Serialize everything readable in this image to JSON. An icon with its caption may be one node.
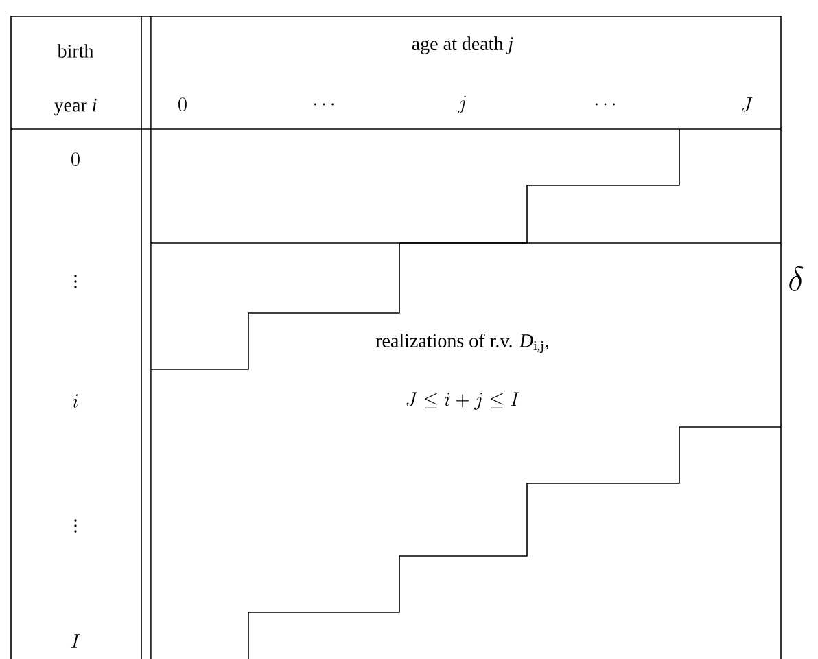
{
  "diagram": {
    "labels": [
      "birth",
      "age at death *j*",
      "year *i*",
      "0",
      "\\dots",
      "j",
      "\\dots",
      "J",
      "0",
      "\\vdots",
      "\\delta",
      "realizations of r.v. *D*$_{i,j}$,",
      "i",
      "J \\le i+j \\le I",
      "\\vdots",
      "I"
    ]
  }
}
